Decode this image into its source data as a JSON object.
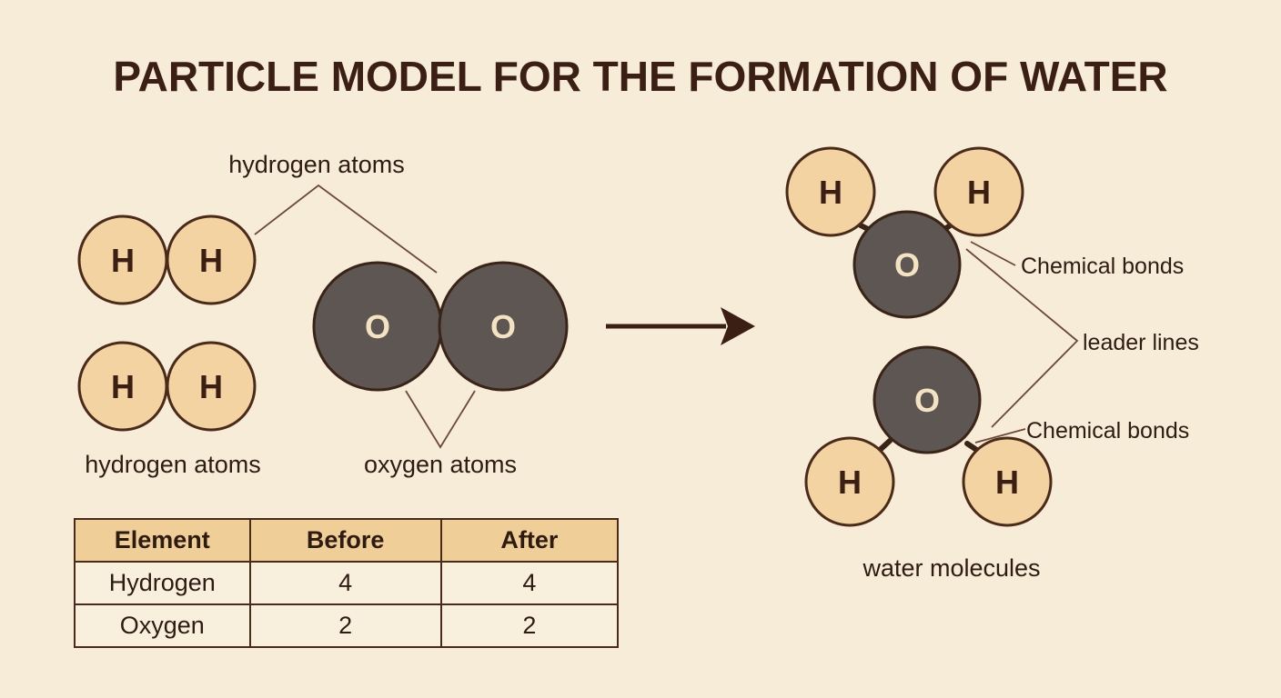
{
  "title": "PARTICLE MODEL FOR THE FORMATION OF WATER",
  "labels": {
    "hydrogen_atoms_top": "hydrogen atoms",
    "hydrogen_atoms_bottom": "hydrogen atoms",
    "oxygen_atoms": "oxygen atoms",
    "chemical_bonds_top": "Chemical bonds",
    "leader_lines": "leader lines",
    "chemical_bonds_bottom": "Chemical bonds",
    "water_molecules": "water molecules"
  },
  "atoms": {
    "hydrogen_symbol": "H",
    "oxygen_symbol": "O"
  },
  "colors": {
    "background": "#f6ecd7",
    "hydrogen_fill": "#f3d3a1",
    "oxygen_fill": "#5e5652",
    "text_dark": "#3b1f14",
    "table_header": "#efcf97"
  },
  "table": {
    "headers": [
      "Element",
      "Before",
      "After"
    ],
    "rows": [
      [
        "Hydrogen",
        "4",
        "4"
      ],
      [
        "Oxygen",
        "2",
        "2"
      ]
    ]
  }
}
